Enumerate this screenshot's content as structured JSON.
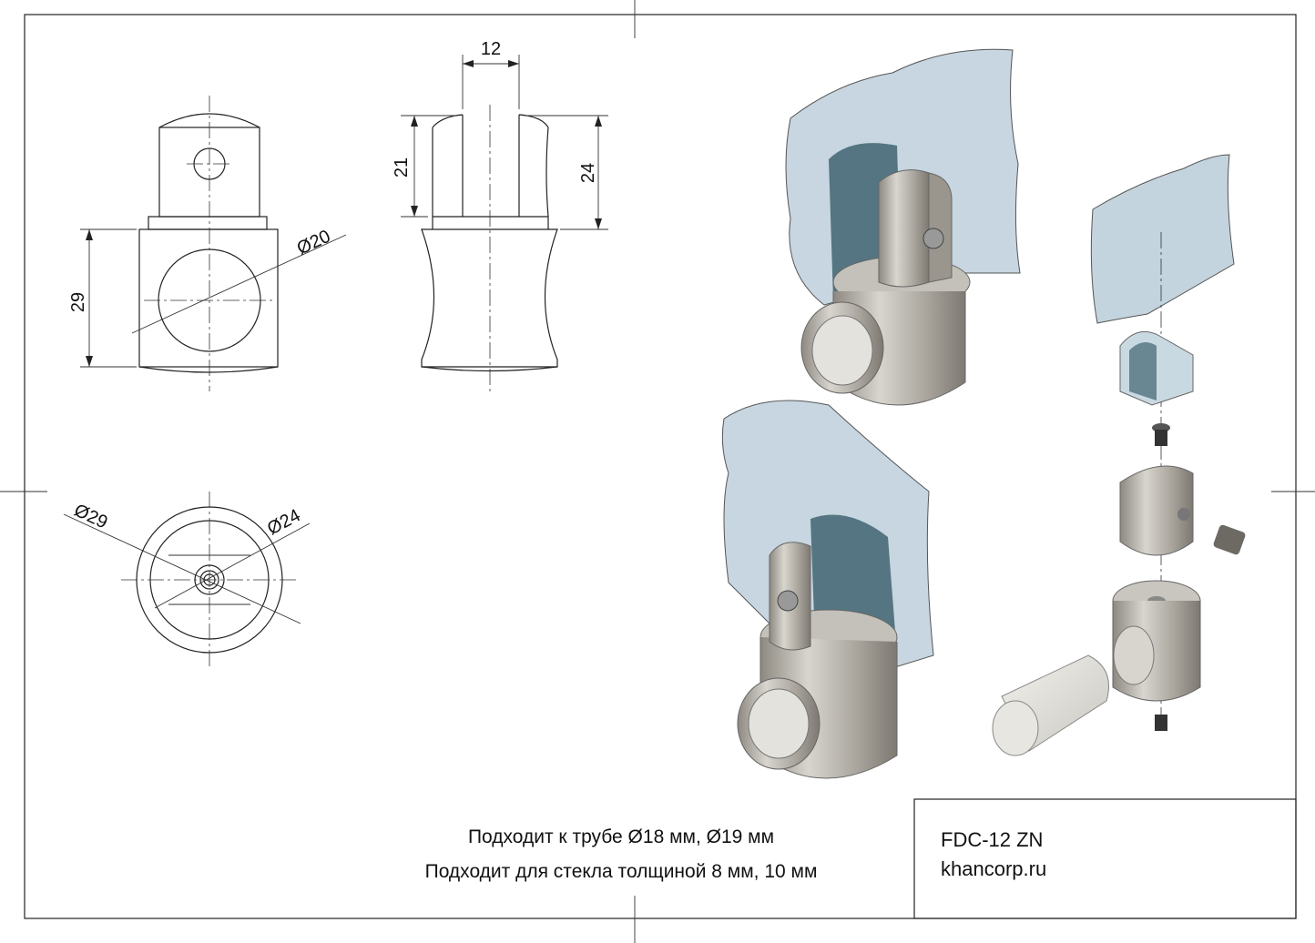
{
  "drawing": {
    "front_view": {
      "dim_height": "29",
      "dim_diameter": "Ø20"
    },
    "side_view": {
      "dim_slot_width": "12",
      "dim_slot_depth": "21",
      "dim_tab_height": "24"
    },
    "bottom_view": {
      "dim_outer": "Ø29",
      "dim_inner": "Ø24"
    },
    "captions": {
      "line1": "Подходит к трубе Ø18 мм, Ø19 мм",
      "line2": "Подходит для стекла толщиной 8 мм, 10 мм"
    },
    "title_block": {
      "part_number": "FDC-12 ZN",
      "website": "khancorp.ru"
    },
    "colors": {
      "metal": "#b9b5ad",
      "metal_dark": "#8a867f",
      "glass": "#b9ccd8",
      "glass_dark": "#3f6470"
    }
  }
}
